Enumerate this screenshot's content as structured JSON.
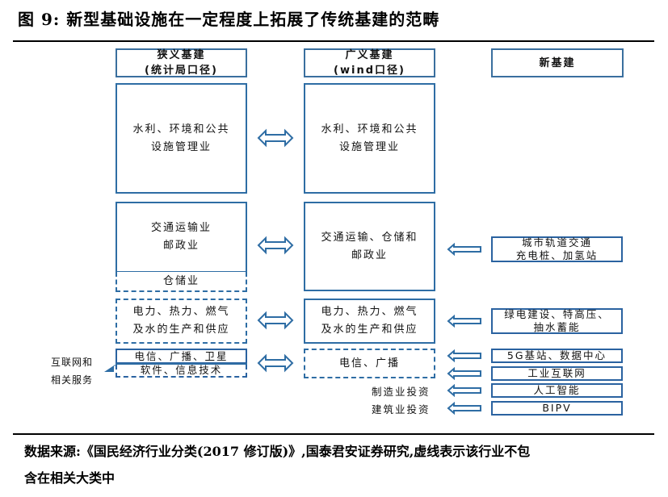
{
  "figure": {
    "title": "图 9:  新型基础设施在一定程度上拓展了传统基建的范畴"
  },
  "columns": {
    "narrow": {
      "header": "狭义基建\n(统计局口径)"
    },
    "broad": {
      "header": "广义基建\n(wind口径)"
    },
    "new": {
      "header": "新基建"
    }
  },
  "rows": {
    "water": {
      "narrow": "水利、环境和公共\n设施管理业",
      "broad": "水利、环境和公共\n设施管理业",
      "relation": "bidirectional"
    },
    "transport": {
      "narrow": "交通运输业\n邮政业",
      "narrow_excluded": "仓储业",
      "broad": "交通运输、仓储和\n邮政业",
      "relation": "bidirectional",
      "new_items": [
        "城市轨道交通\n充电桩、加氢站"
      ]
    },
    "utilities": {
      "narrow": "电力、热力、燃气\n及水的生产和供应",
      "narrow_dashed": true,
      "broad": "电力、热力、燃气\n及水的生产和供应",
      "relation": "bidirectional",
      "new_items": [
        "绿电建设、特高压、\n抽水蓄能"
      ]
    },
    "telecom": {
      "narrow_top": "电信、广播、卫星",
      "narrow_bottom": "软件、信息技术",
      "narrow_bottom_dashed": true,
      "side_label": "互联网和\n相关服务",
      "broad": "电信、广播",
      "broad_dashed": true,
      "relation": "bidirectional",
      "new_items": [
        "5G基站、数据中心",
        "工业互联网"
      ]
    },
    "manufacturing": {
      "label": "制造业投资",
      "new_item": "人工智能"
    },
    "construction": {
      "label": "建筑业投资",
      "new_item": "BIPV"
    }
  },
  "footnote": {
    "line1": "数据来源:《国民经济行业分类(2017 修订版)》,国泰君安证券研究,虚线表示该行业不包",
    "line2": "含在相关大类中"
  },
  "colors": {
    "box_border": "#2e6da4",
    "arrow": "#2e6da4"
  }
}
